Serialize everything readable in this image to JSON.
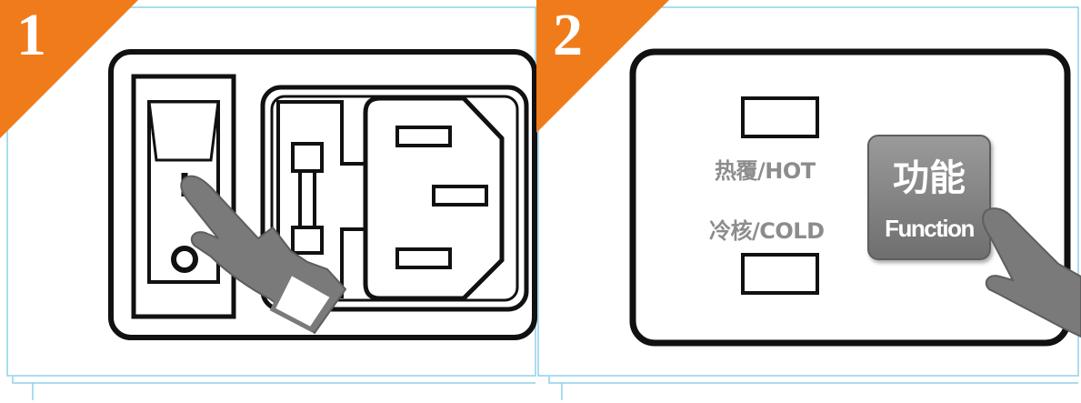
{
  "colors": {
    "accent": "#f07b1a",
    "frame_blue": "#8fd0ea",
    "line": "#111111",
    "hand": "#7a7a7a",
    "label": "#8c8c8c"
  },
  "steps": [
    {
      "number": "1"
    },
    {
      "number": "2",
      "hot_label": "热覆/HOT",
      "cold_label": "冷核/COLD",
      "function_button": {
        "label_cn": "功能",
        "label_en": "Function"
      }
    }
  ],
  "icons": [
    "pointing-hand-icon",
    "power-rocker-switch-icon",
    "fuse-icon",
    "iec-power-socket-icon"
  ]
}
